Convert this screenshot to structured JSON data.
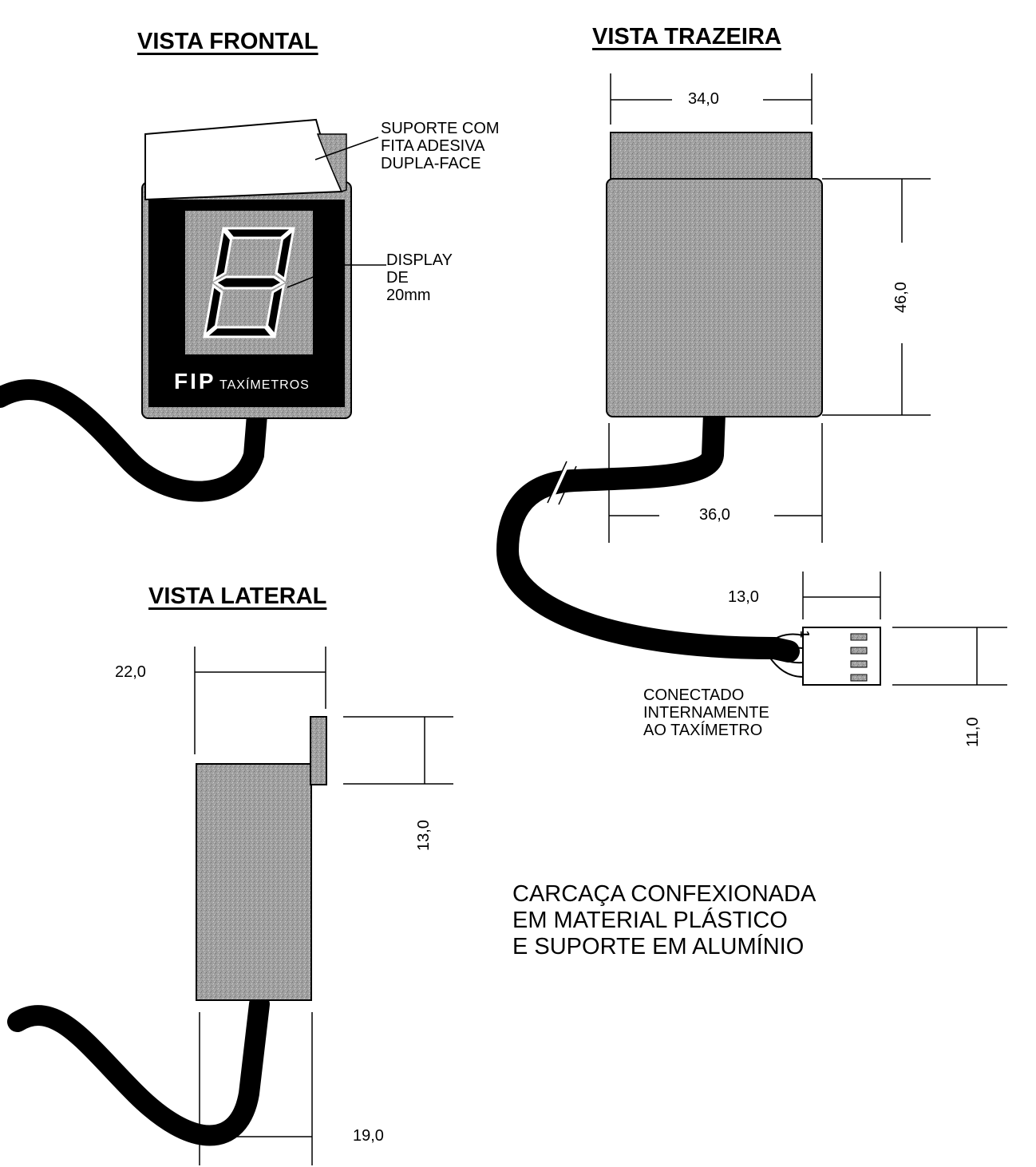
{
  "front_view": {
    "title": "VISTA FRONTAL",
    "support_note": [
      "SUPORTE COM",
      "FITA ADESIVA",
      "DUPLA-FACE"
    ],
    "display_note": [
      "DISPLAY",
      "DE",
      "20mm"
    ],
    "brand": {
      "name": "FIP",
      "subtitle": "TAXÍMETROS"
    }
  },
  "rear_view": {
    "title": "VISTA TRAZEIRA",
    "dim_width": "34,0",
    "dim_height": "46,0",
    "dim_base": "36,0"
  },
  "connector": {
    "dim_width": "13,0",
    "dim_height": "11,0",
    "pin_label": "1",
    "note": [
      "CONECTADO",
      "INTERNAMENTE",
      "AO TAXÍMETRO"
    ]
  },
  "side_view": {
    "title": "VISTA LATERAL",
    "dim_depth": "22,0",
    "dim_plate": "13,0",
    "dim_base": "19,0"
  },
  "material_note": [
    "CARCAÇA CONFEXIONADA",
    "EM MATERIAL PLÁSTICO",
    "E SUPORTE EM ALUMÍNIO"
  ],
  "colors": {
    "ink": "#000000",
    "housing_gray": "#a0a0a0",
    "background": "#ffffff"
  }
}
